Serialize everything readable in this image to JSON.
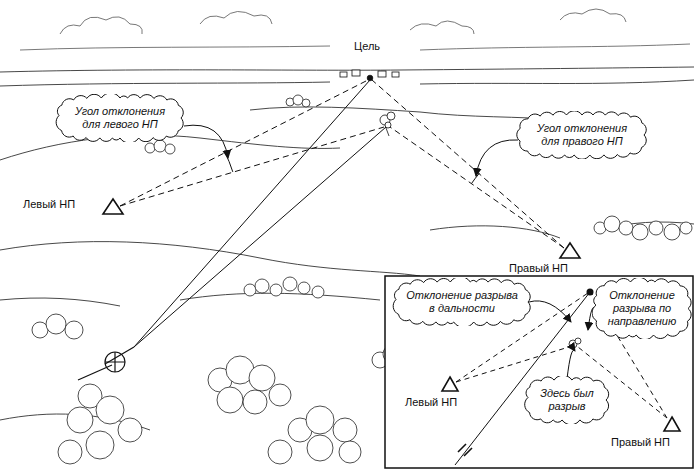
{
  "diagram": {
    "nodes": [
      {
        "text": [
          "Угол отклонения для левого НП"
        ]
      },
      {
        "text": [
          "Угол отклонения для правого НП"
        ]
      },
      {
        "text": [
          "Отклонение разрыва в дальности"
        ]
      },
      {
        "text": [
          "Отклонение разрыва по направлению"
        ]
      },
      {
        "text": [
          "Здесь был разрыв"
        ]
      }
    ],
    "labels": [
      "Цель",
      "Левый НП",
      "Правый НП",
      "Левый НП",
      "Правый НП"
    ]
  }
}
